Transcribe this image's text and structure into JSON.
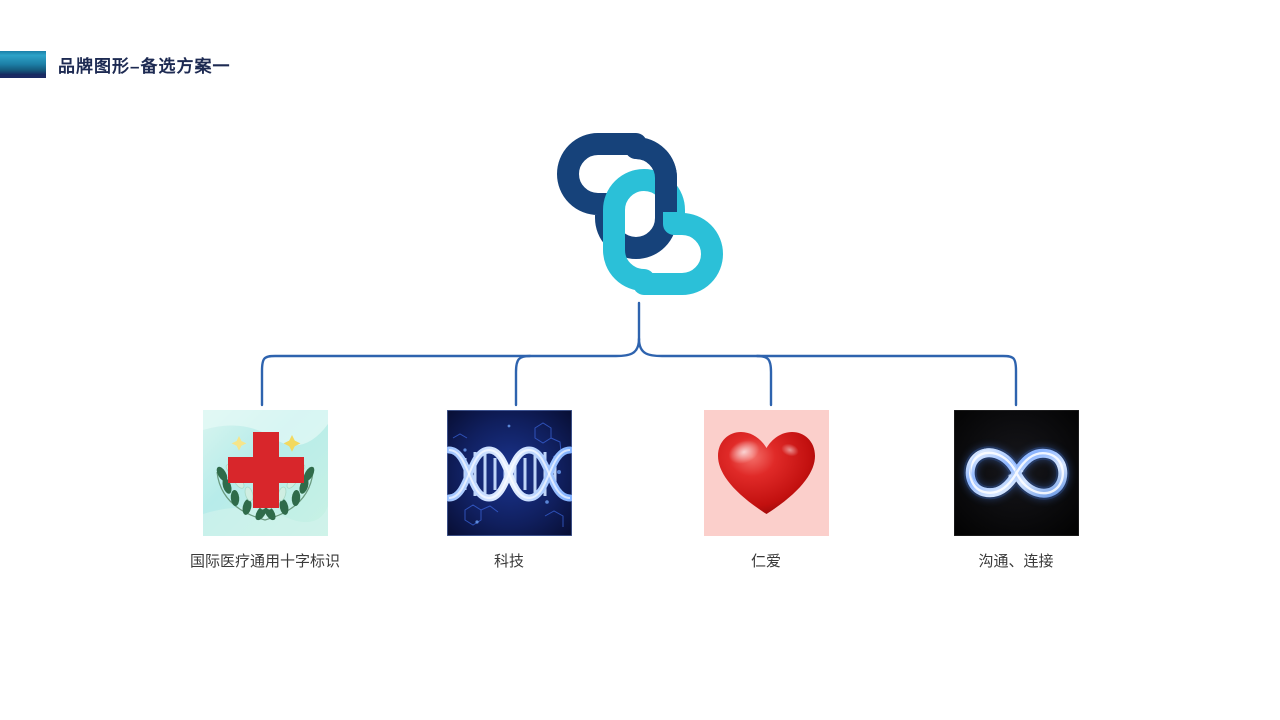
{
  "slide": {
    "title": "品牌图形–备选方案一",
    "background_color": "#ffffff"
  },
  "header": {
    "accent_block_color_top": "#2ea3c8",
    "accent_block_color_bottom": "#17265e",
    "title_color": "#1d2a52"
  },
  "logo": {
    "name": "brand-logo",
    "dark_color": "#16427A",
    "light_color": "#2BC0D8",
    "description": "两个互锁的圆角十字/链环图形"
  },
  "connector": {
    "color": "#2E63AE",
    "stroke_width": 2.4
  },
  "items": [
    {
      "id": "item-cross",
      "icon": "red-cross-icon",
      "label": "国际医疗通用十字标识",
      "bg_color": "#c9f0e6",
      "accent_color": "#D8262B"
    },
    {
      "id": "item-dna",
      "icon": "dna-helix-icon",
      "label": "科技",
      "bg_color": "#0b1440",
      "accent_color": "#6FA8FF"
    },
    {
      "id": "item-heart",
      "icon": "red-heart-icon",
      "label": "仁爱",
      "bg_color": "#FBCFCB",
      "accent_color": "#D81F23"
    },
    {
      "id": "item-infinity",
      "icon": "infinity-icon",
      "label": "沟通、连接",
      "bg_color": "#0a0a0a",
      "accent_color": "#AFCBFF"
    }
  ]
}
